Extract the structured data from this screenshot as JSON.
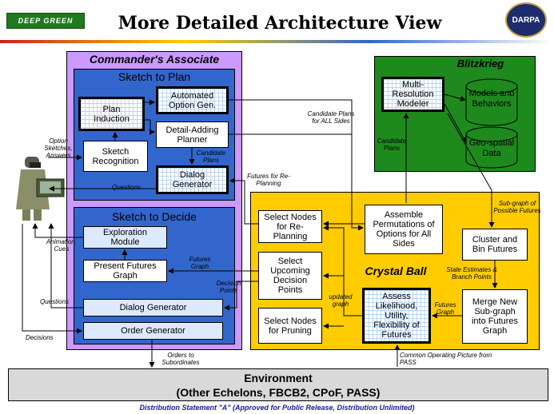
{
  "header": {
    "logo_text": "DEEP GREEN",
    "title": "More Detailed Architecture View",
    "seal_text": "DARPA"
  },
  "commanders_associate": {
    "title": "Commander's Associate",
    "sketch_to_plan": {
      "title": "Sketch to Plan",
      "plan_induction": "Plan Induction",
      "automated_option_gen": "Automated Option Gen.",
      "detail_adding_planner": "Detail-Adding Planner",
      "sketch_recognition": "Sketch Recognition",
      "dialog_generator": "Dialog Generator"
    },
    "sketch_to_decide": {
      "title": "Sketch to Decide",
      "exploration_module": "Exploration Module",
      "present_futures_graph": "Present Futures Graph",
      "dialog_generator": "Dialog Generator",
      "order_generator": "Order Generator"
    }
  },
  "blitzkrieg": {
    "title": "Blitzkrieg",
    "multi_resolution_modeler": "Multi-Resolution Modeler",
    "models_and_behaviors": "Models and Behaviors",
    "geo_spatial_data": "Geo-spatial Data"
  },
  "crystal_ball": {
    "title": "Crystal Ball",
    "select_nodes_replanning": "Select Nodes for Re-Planning",
    "assemble_permutations": "Assemble Permutations of Options for All Sides",
    "cluster_and_bin": "Cluster and Bin Futures",
    "select_upcoming": "Select Upcoming Decision Points",
    "select_pruning": "Select Nodes for Pruning",
    "assess_likelihood": "Assess Likelihood, Utility, Flexibility of Futures",
    "merge_new_subgraph": "Merge New Sub-graph into Futures Graph"
  },
  "environment": {
    "line1": "Environment",
    "line2": "(Other Echelons, FBCB2, CPoF, PASS)"
  },
  "labels": {
    "option_sketches": "Option Sketches, Answers",
    "candidate_plans_small": "Candidate Plans",
    "questions_top": "Questions",
    "candidate_plans_all": "Candidate Plans for ALL Sides",
    "candidate_plans_blitz": "Candidate Plans",
    "futures_replanning": "Futures for Re-Planning",
    "subgraph_possible": "Sub-graph of Possible Futures",
    "animation_cues": "Animation, Cues",
    "futures_graph_left": "Futures Graph",
    "decision_points": "Decision Points",
    "state_estimates": "State Estimates & Branch Points",
    "updated_graph": "updated graph",
    "futures_graph_right": "Futures Graph",
    "questions_bottom": "Questions",
    "decisions": "Decisions",
    "orders_to_subordinates": "Orders to Subordinates",
    "common_operating_picture": "Common Operating Picture from PASS"
  },
  "footer": {
    "distribution": "Distribution Statement \"A\" (Approved for Public Release, Distribution Unlimited)"
  },
  "colors": {
    "commander_bg": "#cc99ff",
    "sketch_panel_bg": "#3366cc",
    "blitzkrieg_bg": "#1e8a1e",
    "crystal_ball_bg": "#ffcc00",
    "environment_bg": "#d9d9d9",
    "footer_text": "#1a1a99"
  }
}
